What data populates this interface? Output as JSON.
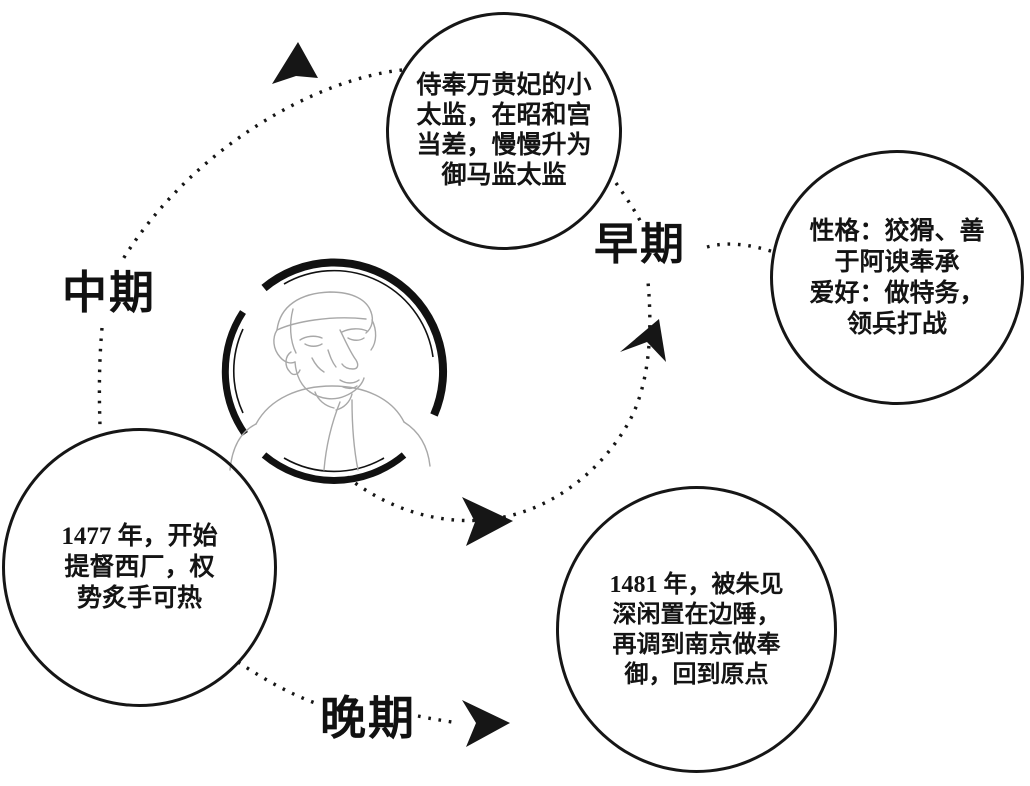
{
  "canvas": {
    "background_color": "#ffffff",
    "ink_color": "#141414",
    "sketch_color": "#a8a8a8"
  },
  "stage_labels": {
    "early": "早期",
    "middle": "中期",
    "late": "晚期"
  },
  "nodes": {
    "early_top": {
      "lines": [
        "侍奉万贵妃的小",
        "太监，在昭和宫",
        "当差，慢慢升为",
        "御马监太监"
      ]
    },
    "early_right": {
      "lines": [
        "性格：狡猾、善",
        "于阿谀奉承",
        "爱好：做特务，",
        "领兵打战"
      ]
    },
    "middle_left": {
      "lines": [
        "1477 年，开始",
        "提督西厂，权",
        "势炙手可热"
      ]
    },
    "late_bottom": {
      "lines": [
        "1481 年，被朱见",
        "深闲置在边陲，",
        "再调到南京做奉",
        "御，回到原点"
      ]
    }
  },
  "icons": {
    "center_portrait": "eunuch-portrait-sketch",
    "arrowheads": [
      "arrow-up-left",
      "arrow-up",
      "arrow-right-mid",
      "arrow-right-late"
    ]
  }
}
